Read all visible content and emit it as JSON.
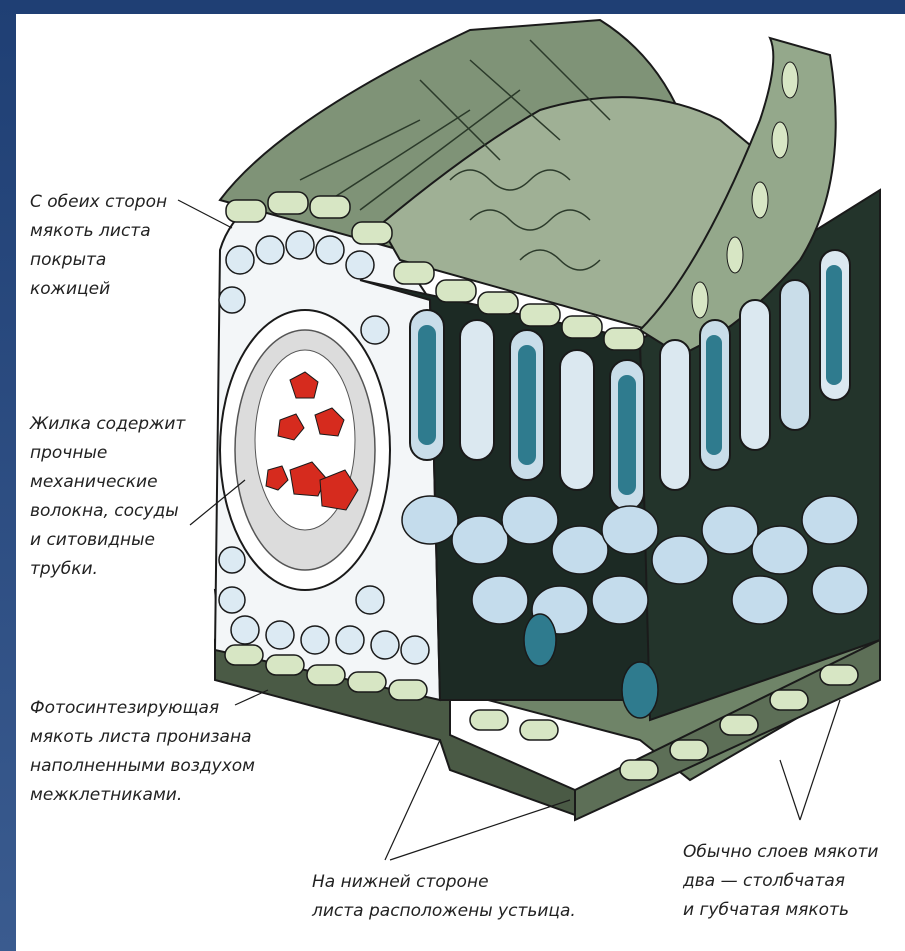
{
  "labels": {
    "epidermis": "С обеих сторон\nмякоть листа\nпокрыта\nкожицей",
    "vein": "Жилка содержит\nпрочные\nмеханические\nволокна, сосуды\nи ситовидные\nтрубки.",
    "mesophyll": "Фотосинтезирующая\nмякоть листа пронизана\nнаполненными воздухом\nмежклетниками.",
    "stomata": "На нижней стороне\nлиста расположены устьица.",
    "layers": "Обычно слоев мякоти\nдва — столбчатая\nи губчатая мякоть"
  },
  "colors": {
    "frame": "#1f3f74",
    "epidermis": "#8a9e7f",
    "chloroplast_cell": "#d7e6c4",
    "palisade_cell": "#c9dde9",
    "spongy_cell": "#c4dcec",
    "vessel": "#d62b1e",
    "outline": "#1a1a1a"
  }
}
